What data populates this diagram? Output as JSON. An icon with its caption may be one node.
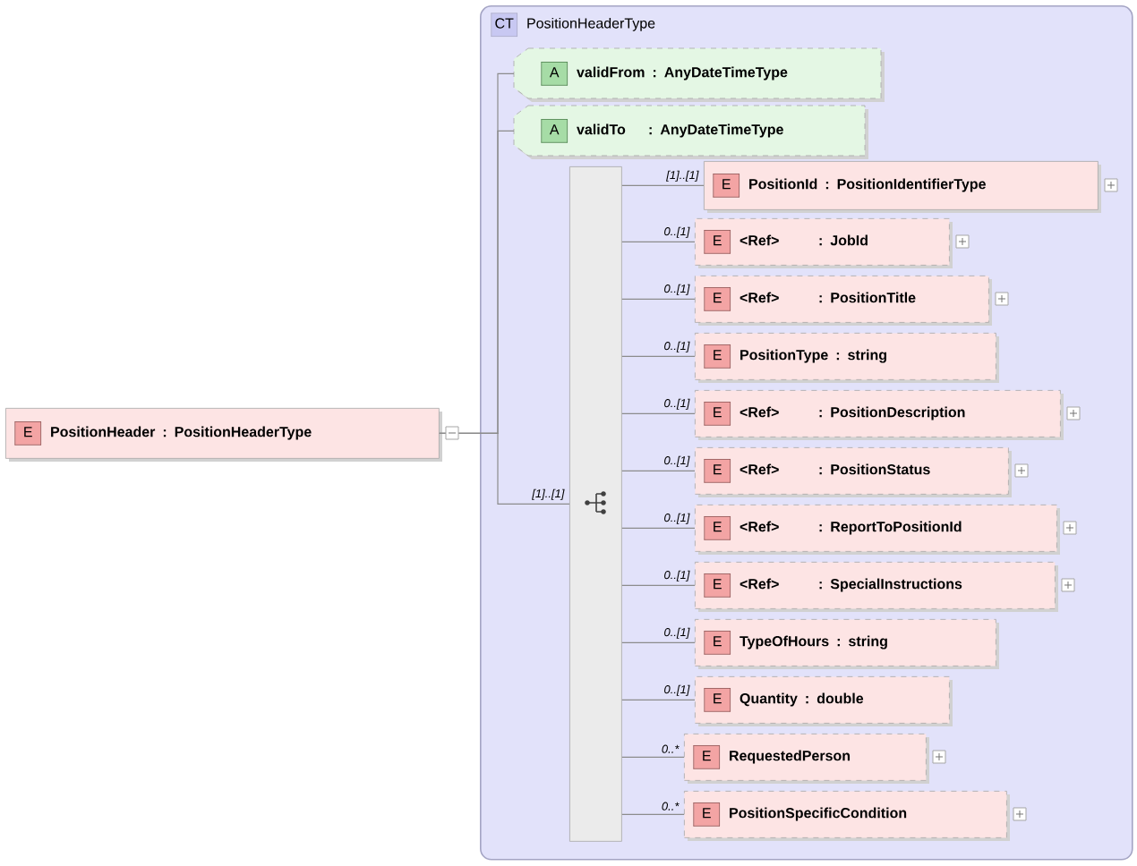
{
  "diagram": {
    "nodes": [
      {
        "text": [
          "E",
          "PositionHeader",
          ": PositionHeaderType"
        ]
      },
      {
        "text": [
          "CT",
          "PositionHeaderType"
        ]
      },
      {
        "text": [
          "A",
          "validFrom",
          ": AnyDateTimeType"
        ],
        "in": 1
      },
      {
        "text": [
          "A",
          "validTo",
          ": AnyDateTimeType"
        ],
        "in": 1
      },
      {
        "text": [],
        "shape": "bar",
        "in": 1
      },
      {
        "text": [
          "E",
          "PositionId",
          ": PositionIdentifierType"
        ],
        "in": 1
      },
      {
        "text": [
          "E",
          "<Ref>",
          ": JobId"
        ],
        "in": 1
      },
      {
        "text": [
          "E",
          "<Ref>",
          ": PositionTitle"
        ],
        "in": 1
      },
      {
        "text": [
          "E",
          "PositionType",
          ": string"
        ],
        "in": 1
      },
      {
        "text": [
          "E",
          "<Ref>",
          ": PositionDescription"
        ],
        "in": 1
      },
      {
        "text": [
          "E",
          "<Ref>",
          ": PositionStatus"
        ],
        "in": 1
      },
      {
        "text": [
          "E",
          "<Ref>",
          ": ReportToPositionId"
        ],
        "in": 1
      },
      {
        "text": [
          "E",
          "<Ref>",
          ": SpecialInstructions"
        ],
        "in": 1
      },
      {
        "text": [
          "E",
          "TypeOfHours",
          ": string"
        ],
        "in": 1
      },
      {
        "text": [
          "E",
          "Quantity",
          ": double"
        ],
        "in": 1
      },
      {
        "text": [
          "E",
          "RequestedPerson"
        ],
        "in": 1
      },
      {
        "text": [
          "E",
          "PositionSpecificCondition"
        ],
        "in": 1
      }
    ],
    "edges": [
      {
        "from": 0,
        "to": 2,
        "arrow": "none"
      },
      {
        "from": 0,
        "to": 3,
        "arrow": "none"
      },
      {
        "from": 0,
        "to": 4,
        "arrow": "none",
        "label": "[1]..[1]"
      },
      {
        "from": 4,
        "to": 5,
        "arrow": "none",
        "label": "[1]..[1]"
      },
      {
        "from": 4,
        "to": 6,
        "arrow": "none",
        "label": "0..[1]"
      },
      {
        "from": 4,
        "to": 7,
        "arrow": "none",
        "label": "0..[1]"
      },
      {
        "from": 4,
        "to": 8,
        "arrow": "none",
        "label": "0..[1]"
      },
      {
        "from": 4,
        "to": 9,
        "arrow": "none",
        "label": "0..[1]"
      },
      {
        "from": 4,
        "to": 10,
        "arrow": "none",
        "label": "0..[1]"
      },
      {
        "from": 4,
        "to": 11,
        "arrow": "none",
        "label": "0..[1]"
      },
      {
        "from": 4,
        "to": 12,
        "arrow": "none",
        "label": "0..[1]"
      },
      {
        "from": 4,
        "to": 13,
        "arrow": "none",
        "label": "0..[1]"
      },
      {
        "from": 4,
        "to": 14,
        "arrow": "none",
        "label": "0..[1]"
      },
      {
        "from": 4,
        "to": 15,
        "arrow": "none",
        "label": "0..*"
      },
      {
        "from": 4,
        "to": 16,
        "arrow": "none",
        "label": "0..*"
      }
    ]
  }
}
